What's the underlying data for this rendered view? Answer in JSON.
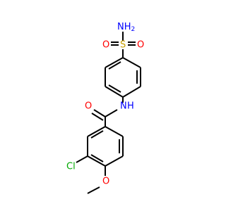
{
  "molecule": {
    "atoms": {
      "NH2": {
        "text": "NH",
        "sub": "2",
        "color": "#0000ff"
      },
      "S": {
        "text": "S",
        "color": "#c8a000"
      },
      "O1": {
        "text": "O",
        "color": "#ff0000"
      },
      "O2": {
        "text": "O",
        "color": "#ff0000"
      },
      "NH": {
        "text": "N",
        "h": "H",
        "color": "#0000ff"
      },
      "O_carbonyl": {
        "text": "O",
        "color": "#ff0000"
      },
      "Cl": {
        "text": "Cl",
        "color": "#00aa00"
      },
      "O_methoxy": {
        "text": "O",
        "color": "#ff0000"
      }
    },
    "colors": {
      "bond": "#000000",
      "nitrogen": "#0000ff",
      "oxygen": "#ff0000",
      "sulfur": "#c8a000",
      "chlorine": "#00aa00"
    }
  }
}
